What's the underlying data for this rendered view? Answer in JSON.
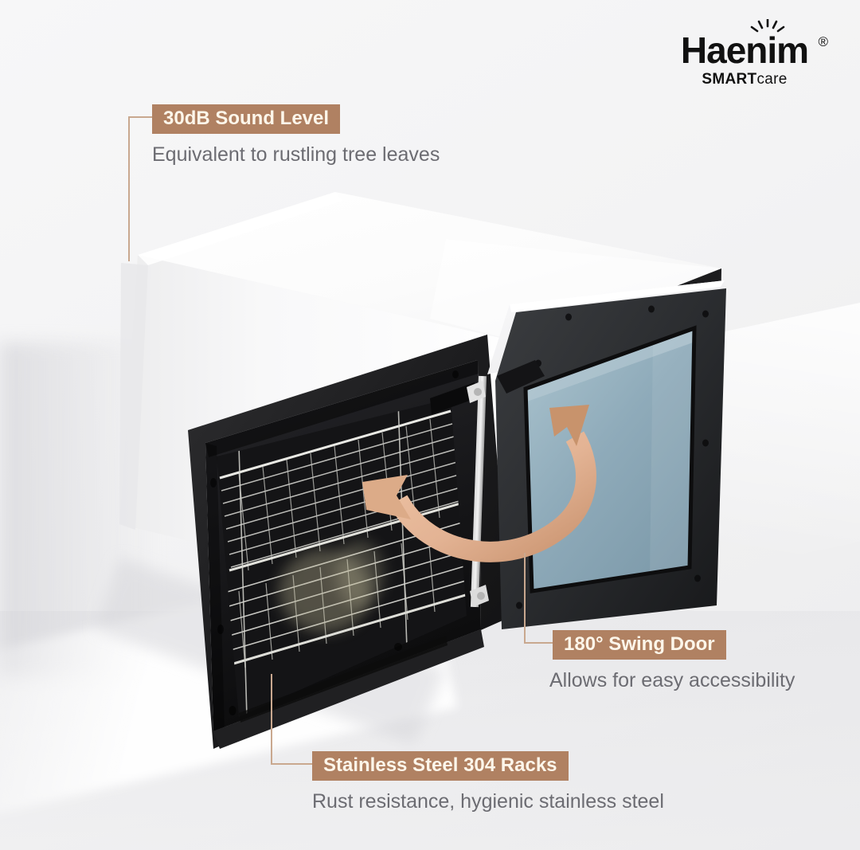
{
  "background": {
    "color": "#f4f4f5",
    "floor_color": "#ececee"
  },
  "brand": {
    "name": "Haenim",
    "sub_bold": "SMART",
    "sub_light": "care",
    "registered_mark": "®",
    "logo_icon": "sunburst-icon",
    "color": "#111111"
  },
  "theme": {
    "badge_bg": "#b08162",
    "badge_text": "#fdf6ea",
    "caption_text": "#6c6c72",
    "leader_line": "#c9a88f",
    "arrow": "#e3b394",
    "arrow_dark": "#c08f6e",
    "glass": "#8fabba",
    "body_white": "#ffffff",
    "cavity_black": "#191919",
    "rack_steel": "#c8c8c4"
  },
  "callouts": [
    {
      "id": "sound-level",
      "badge": "30dB Sound Level",
      "caption": "Equivalent to rustling tree leaves"
    },
    {
      "id": "swing-door",
      "badge": "180° Swing Door",
      "caption": "Allows for easy accessibility"
    },
    {
      "id": "stainless-racks",
      "badge": "Stainless Steel 304 Racks",
      "caption": "Rust resistance, hygienic stainless steel"
    }
  ],
  "product": {
    "name": "haenim-sterilizer-dryer",
    "door_state": "open",
    "door_swing_arrow": "curved-double-arrow-icon",
    "interior": "stainless-steel-wire-racks"
  }
}
